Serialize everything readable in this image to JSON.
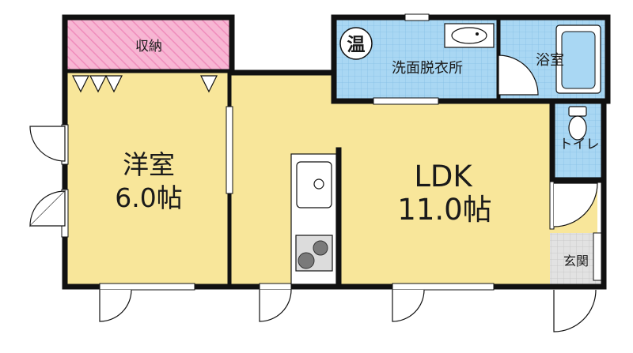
{
  "rooms": {
    "closet": "収納",
    "western": {
      "name": "洋室",
      "size": "6.0帖"
    },
    "ldk": {
      "name": "LDK",
      "size": "11.0帖"
    },
    "washroom": "洗面脱衣所",
    "bath": "浴室",
    "toilet": "トイレ",
    "entrance": "玄関"
  },
  "symbols": {
    "water_heater": "温"
  },
  "colors": {
    "floor": "#f8e69a",
    "wet_area": "#a9d7f3",
    "closet": "#f7b6d3",
    "entrance": "#dedede",
    "wall": "#111111"
  }
}
